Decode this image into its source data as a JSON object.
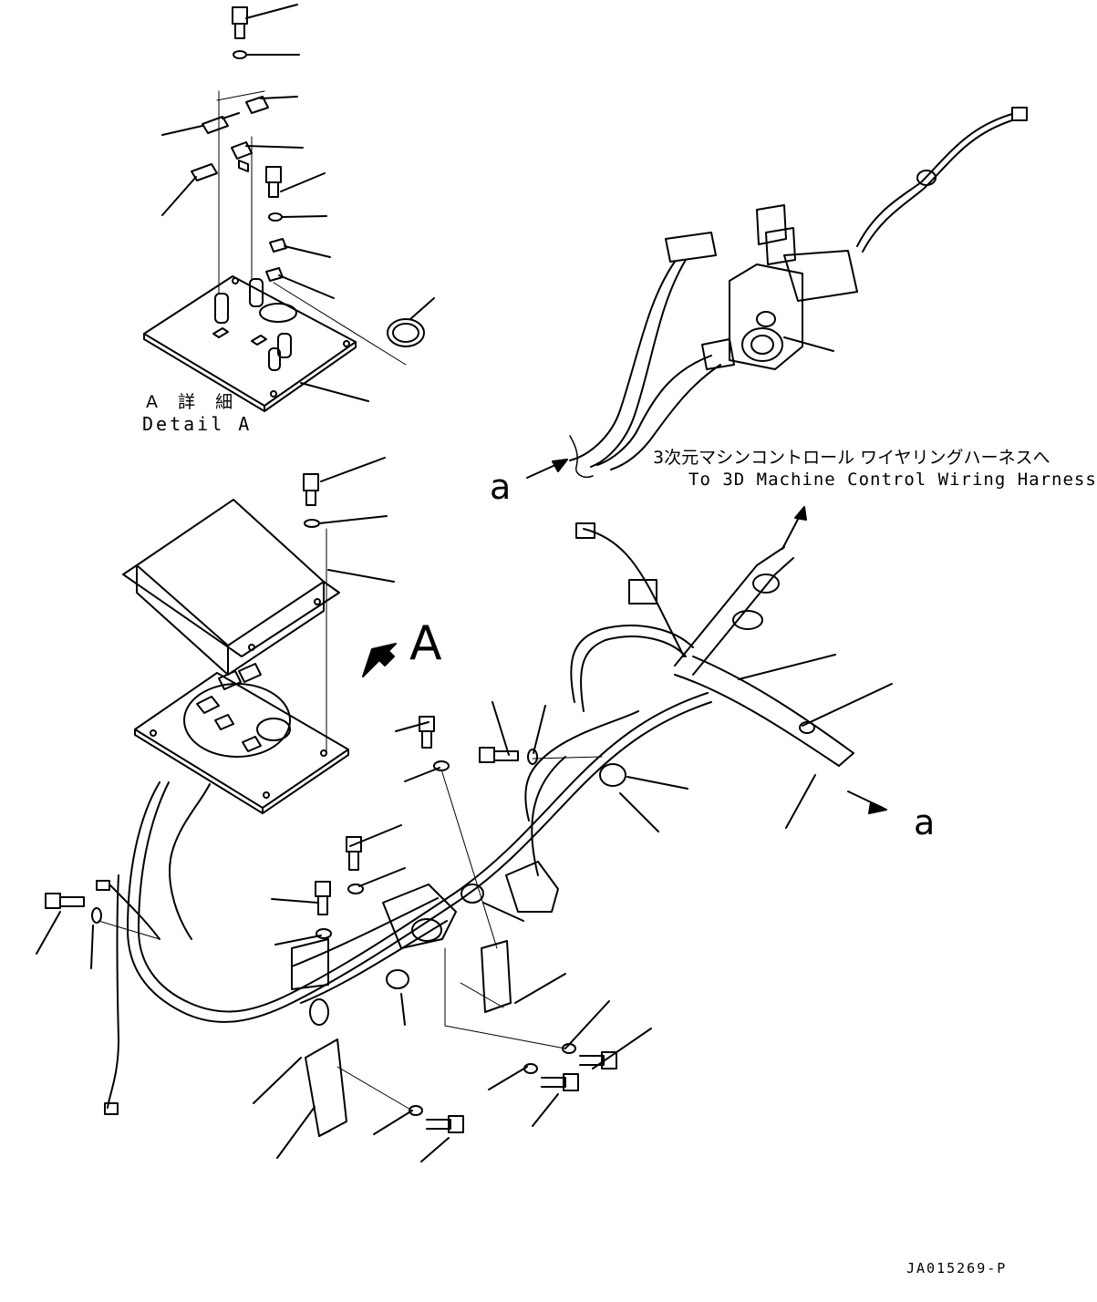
{
  "labels": {
    "detail_jp": "A 詳 細",
    "detail_en": "Detail A",
    "harness_jp": "3次元マシンコントロール ワイヤリングハーネスへ",
    "harness_en": "To 3D Machine Control Wiring Harness",
    "ref_a_upper": "a",
    "ref_a_lower": "a",
    "view_A": "A",
    "drawing_code": "JA015269-P"
  },
  "colors": {
    "line": "#000000",
    "background": "#ffffff"
  }
}
